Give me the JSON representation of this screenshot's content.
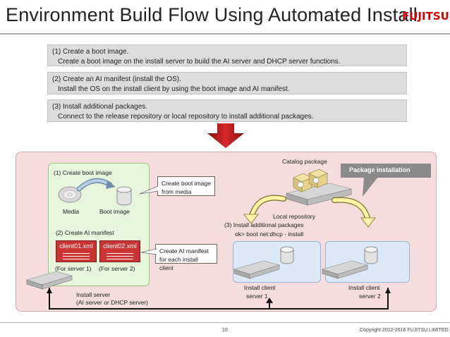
{
  "header": {
    "title": "Environment Build Flow Using Automated Install",
    "logo": "FUJITSU"
  },
  "steps": [
    {
      "line1": "(1)  Create a boot image.",
      "line2": "Create a boot image on the install server to build the AI server and DHCP server functions."
    },
    {
      "line1": "(2)  Create an AI manifest (install the OS).",
      "line2": "Install the OS on the install client by using the boot image and AI  manifest."
    },
    {
      "line1": "(3)  Install additional packages.",
      "line2": "Connect to the release repository or local repository to install additional  packages."
    }
  ],
  "diagram": {
    "step1_label": "(1)  Create boot image",
    "media_label": "Media",
    "boot_image_label": "Boot image",
    "callout_boot": [
      "Create boot image",
      "from media"
    ],
    "step2_label": "(2)  Create AI manifest",
    "xml1": "client01.xml",
    "xml2": "client02.xml",
    "for_server1": "(For server 1)",
    "for_server2": "(For server 2)",
    "callout_manifest": [
      "Create AI manifest",
      "for each install client"
    ],
    "install_server": [
      "Install server",
      "(AI server or DHCP server)"
    ],
    "catalog_package": "Catalog package",
    "package_installation": "Package installation",
    "local_repository": "Local repository",
    "step3_label": "(3)  Install additional packages",
    "command": "ok> boot net:dhcp - install",
    "client1": [
      "Install client",
      "server 1"
    ],
    "client2": [
      "Install client",
      "server 2"
    ]
  },
  "footer": {
    "page": "10",
    "copyright": "Copyright 2012-2016 FUJITSU LIMITED"
  },
  "colors": {
    "logo_red": "#d40000",
    "arrow_red": "#b81c1c",
    "panel_pink": "#f6dcdc",
    "green_box": "#e7f5da",
    "blue_box": "#dbe8f7",
    "xml_red": "#cc3333",
    "curve_yellow": "#fff4a8"
  }
}
